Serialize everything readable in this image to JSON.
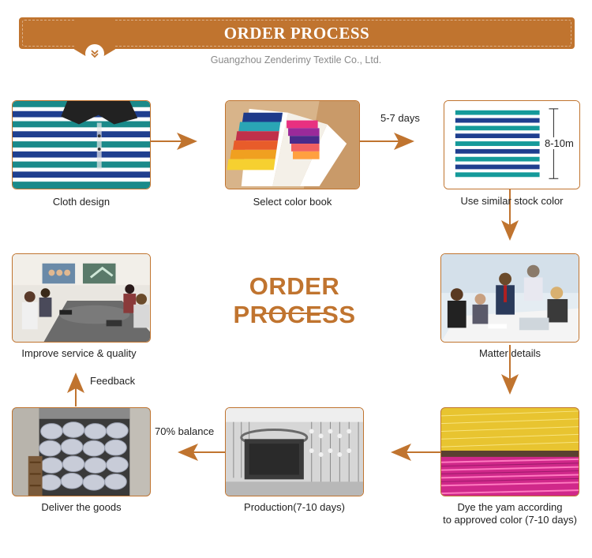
{
  "header": {
    "title": "ORDER PROCESS",
    "subtitle": "Guangzhou Zenderimy Textile Co., Ltd."
  },
  "center": {
    "title": "ORDER PROCESS"
  },
  "steps": [
    {
      "label": "Cloth design"
    },
    {
      "label": "Select color book"
    },
    {
      "label": "Use similar stock color"
    },
    {
      "label": "Matter details"
    },
    {
      "label_line1": "Dye the yam according",
      "label_line2": "to approved color (7-10 days)"
    },
    {
      "label": "Production(7-10 days)"
    },
    {
      "label": "Deliver the goods"
    },
    {
      "label": "Improve service & quality"
    }
  ],
  "annotations": {
    "lead_time": "5-7 days",
    "length": "8-10m",
    "balance": "70% balance",
    "feedback": "Feedback"
  },
  "colors": {
    "accent": "#c0742f"
  }
}
